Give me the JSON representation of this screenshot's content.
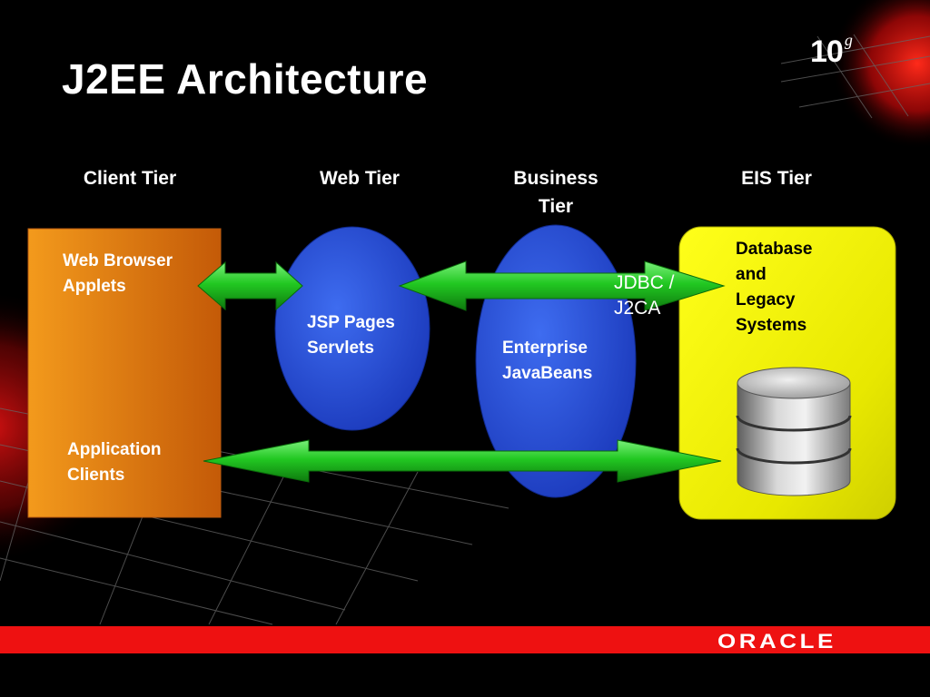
{
  "slide": {
    "title": "J2EE Architecture",
    "logo_text": "10",
    "logo_super": "g",
    "footer_brand": "ORACLE"
  },
  "tiers": {
    "client": "Client Tier",
    "web": "Web Tier",
    "business": "Business\nTier",
    "eis": "EIS Tier"
  },
  "boxes": {
    "client_top": "Web Browser\nApplets",
    "client_bottom": "Application\nClients",
    "web": "JSP Pages\nServlets",
    "business": "Enterprise\nJavaBeans",
    "eis": "Database\nand\nLegacy\nSystems"
  },
  "connectors": {
    "jdbc": "JDBC /\nJ2CA"
  },
  "colors": {
    "client_box": "#e8901a",
    "web_ellipse": "#2a52d8",
    "eis_box": "#ffff00",
    "arrow": "#22cc22",
    "footer_bar": "#ee1111"
  }
}
